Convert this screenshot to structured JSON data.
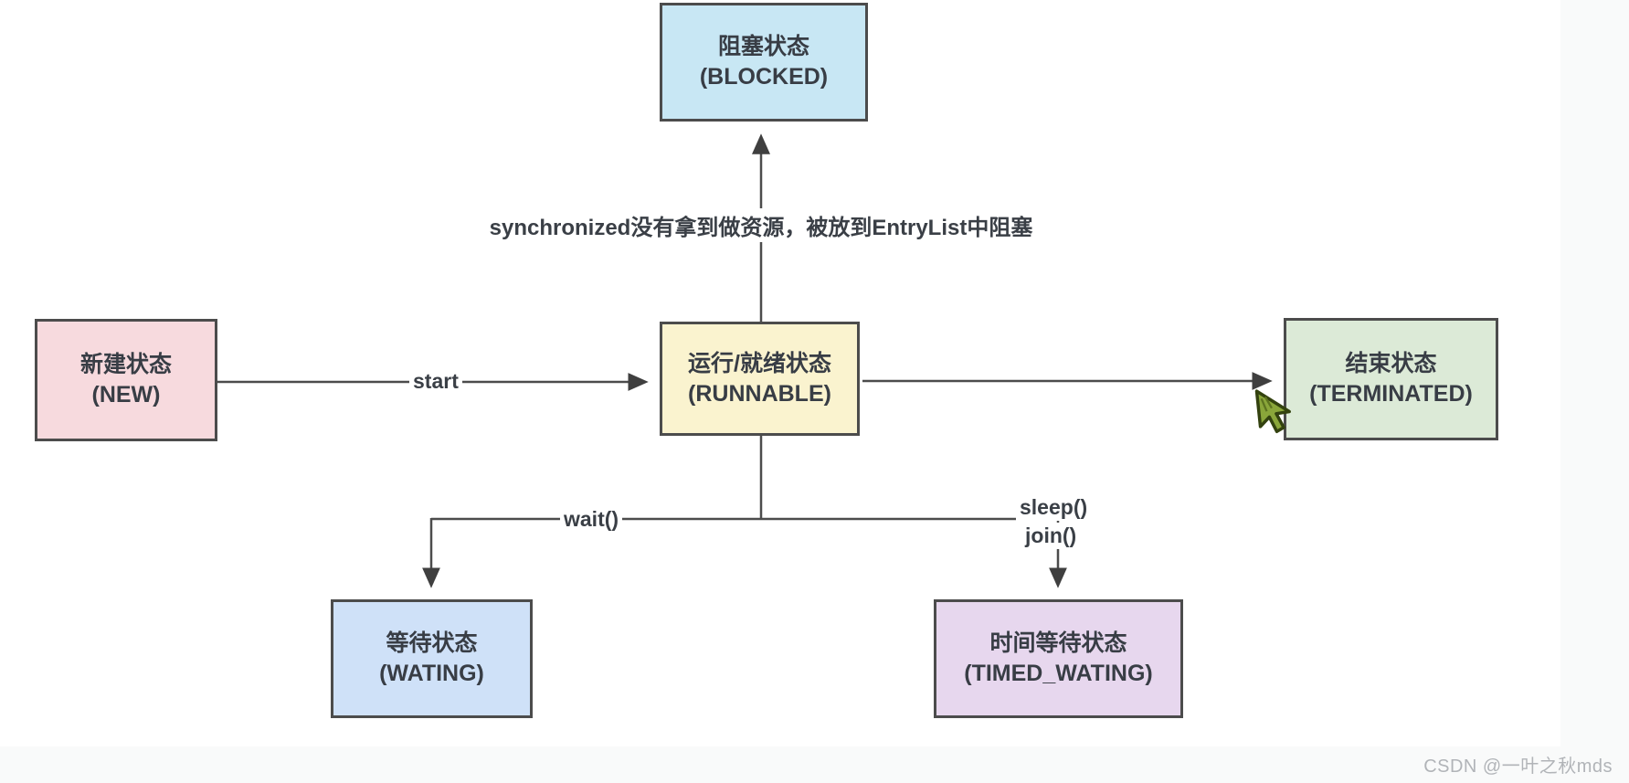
{
  "canvas": {
    "frame_bg": "#ffffff",
    "outer_bg": "#f9fafa"
  },
  "nodes": {
    "blocked": {
      "label_zh": "阻塞状态",
      "label_en": "(BLOCKED)",
      "fill": "#c8e7f4"
    },
    "new": {
      "label_zh": "新建状态",
      "label_en": "(NEW)",
      "fill": "#f7dade"
    },
    "runnable": {
      "label_zh": "运行/就绪状态",
      "label_en": "(RUNNABLE)",
      "fill": "#faf3cf"
    },
    "terminated": {
      "label_zh": "结束状态",
      "label_en": "(TERMINATED)",
      "fill": "#dcead7"
    },
    "waiting": {
      "label_zh": "等待状态",
      "label_en": "(WATING)",
      "fill": "#cfe1f8"
    },
    "timed_waiting": {
      "label_zh": "时间等待状态",
      "label_en": "(TIMED_WATING)",
      "fill": "#e7d7ee"
    }
  },
  "edge_labels": {
    "blocked_reason": "synchronized没有拿到做资源，被放到EntryList中阻塞",
    "start": "start",
    "wait": "wait()",
    "sleep": "sleep()",
    "join": "join()"
  },
  "style": {
    "line_color": "#4c4c4c",
    "text_color": "#383d45"
  },
  "cursor": {
    "fill": "#8aa63a",
    "stroke": "#33420f"
  },
  "watermark": {
    "text": "CSDN @一叶之秋mds",
    "color": "#b1b4b8"
  }
}
